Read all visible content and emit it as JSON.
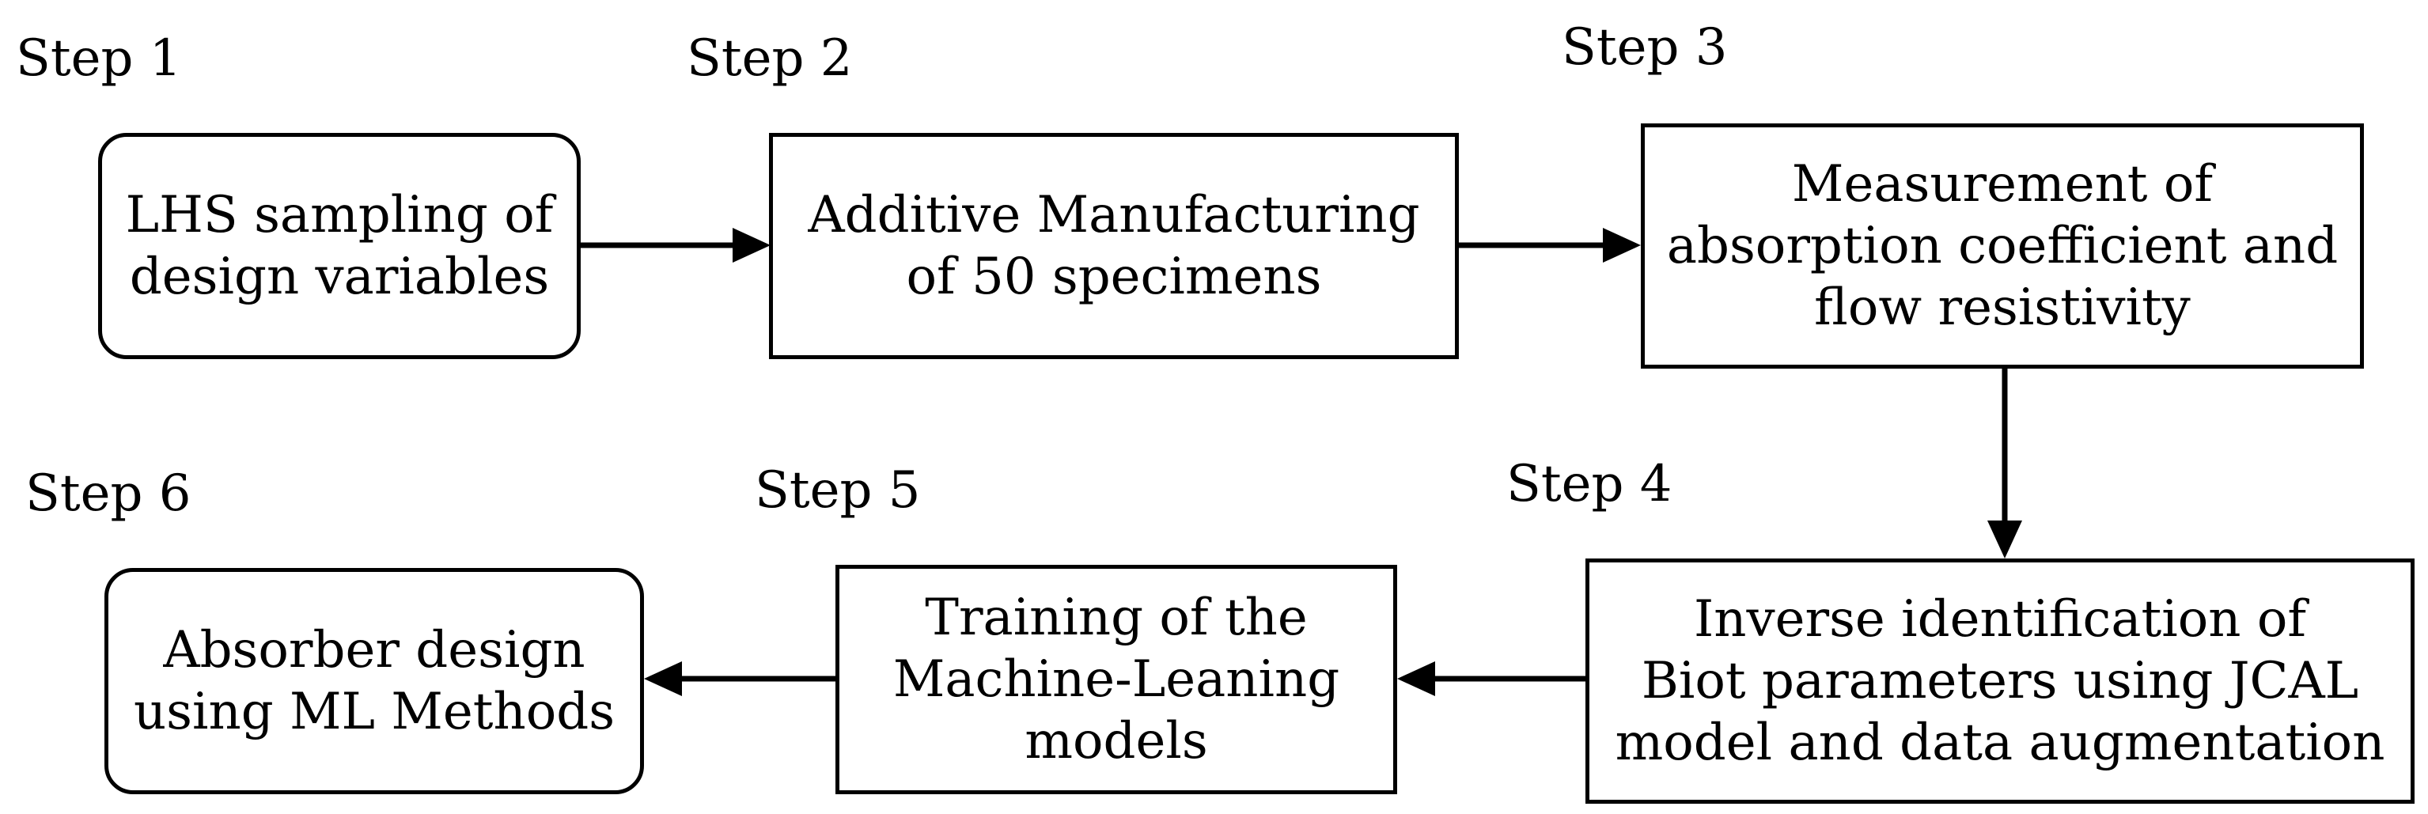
{
  "steps": [
    {
      "label": "Step 1",
      "lines": [
        "LHS sampling of",
        "design variables"
      ],
      "shape": "rounded"
    },
    {
      "label": "Step 2",
      "lines": [
        "Additive Manufacturing",
        "of 50 specimens"
      ],
      "shape": "rect"
    },
    {
      "label": "Step 3",
      "lines": [
        "Measurement of",
        "absorption coefficient and",
        "flow resistivity"
      ],
      "shape": "rect"
    },
    {
      "label": "Step 4",
      "lines": [
        "Inverse identification of",
        "Biot parameters using JCAL",
        "model and data augmentation"
      ],
      "shape": "rect"
    },
    {
      "label": "Step 5",
      "lines": [
        "Training of the",
        "Machine-Leaning",
        "models"
      ],
      "shape": "rect"
    },
    {
      "label": "Step 6",
      "lines": [
        "Absorber design",
        "using ML Methods"
      ],
      "shape": "rounded"
    }
  ]
}
